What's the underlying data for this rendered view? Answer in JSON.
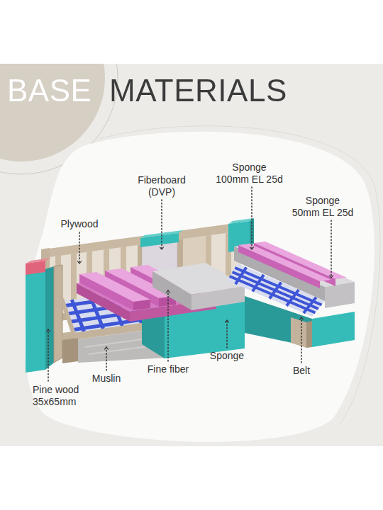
{
  "diagram": {
    "title": "BASE MATERIALS",
    "labels": [
      "Fiberboard (DVP)",
      "Sponge 100mm EL 25d",
      "Sponge 50mm EL 25d",
      "Plywood",
      "Pine wood 35x65mm",
      "Muslin",
      "Fine fiber",
      "Sponge",
      "Belt"
    ]
  }
}
